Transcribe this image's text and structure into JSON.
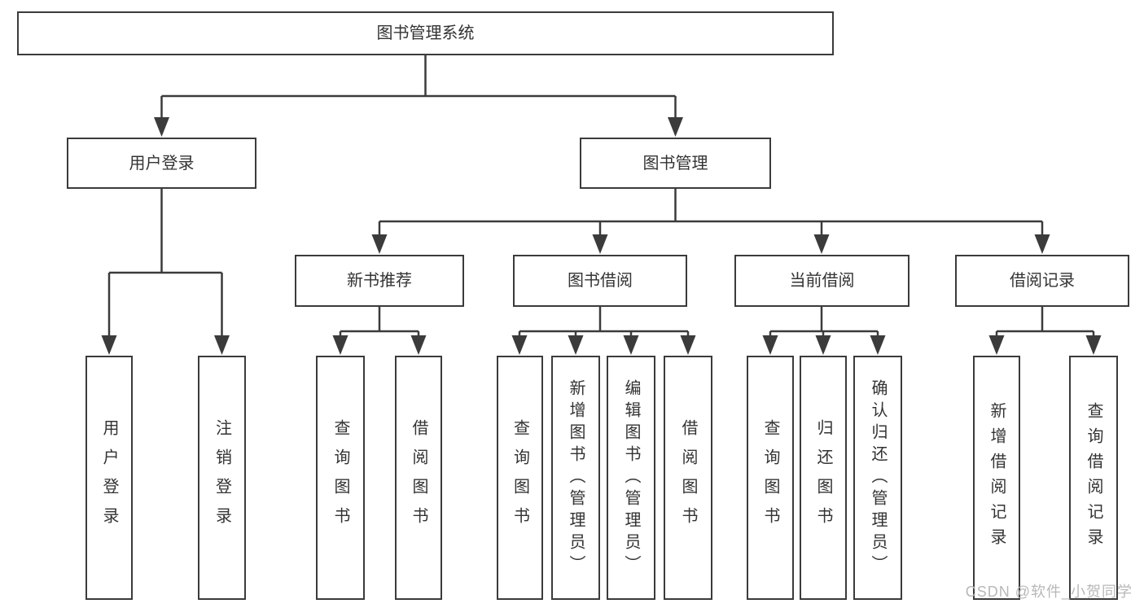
{
  "watermark": "CSDN @软件_小贺同学",
  "colors": {
    "line": "#3b3b3b",
    "box_border": "#3b3b3b",
    "text": "#333333",
    "background": "#ffffff",
    "watermark_text": "#b8b8b8"
  },
  "tree": {
    "label": "图书管理系统",
    "children": [
      {
        "label": "用户登录",
        "children": [
          {
            "label": "用户登录"
          },
          {
            "label": "注销登录"
          }
        ]
      },
      {
        "label": "图书管理",
        "children": [
          {
            "label": "新书推荐",
            "children": [
              {
                "label": "查询图书"
              },
              {
                "label": "借阅图书"
              }
            ]
          },
          {
            "label": "图书借阅",
            "children": [
              {
                "label": "查询图书"
              },
              {
                "label": "新增图书（管理员）"
              },
              {
                "label": "编辑图书（管理员）"
              },
              {
                "label": "借阅图书"
              }
            ]
          },
          {
            "label": "当前借阅",
            "children": [
              {
                "label": "查询图书"
              },
              {
                "label": "归还图书"
              },
              {
                "label": "确认归还（管理员）"
              }
            ]
          },
          {
            "label": "借阅记录",
            "children": [
              {
                "label": "新增借阅记录"
              },
              {
                "label": "查询借阅记录"
              }
            ]
          }
        ]
      }
    ]
  }
}
